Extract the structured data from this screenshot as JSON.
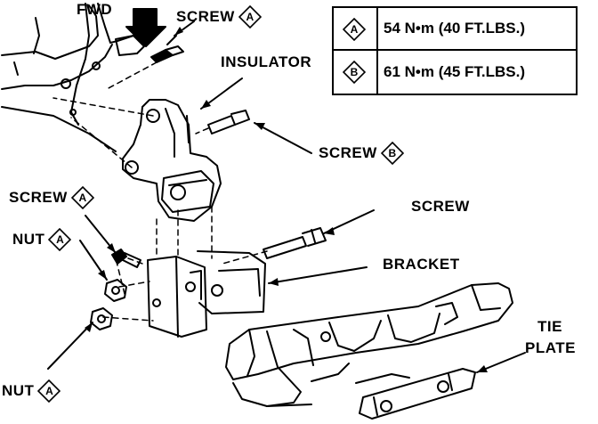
{
  "labels": {
    "fwd": "FWD",
    "screw_a_top": "SCREW",
    "screw_a_top_key": "A",
    "insulator": "INSULATOR",
    "screw_b": "SCREW",
    "screw_b_key": "B",
    "screw_a_left": "SCREW",
    "screw_a_left_key": "A",
    "nut_a_upper": "NUT",
    "nut_a_upper_key": "A",
    "screw_right": "SCREW",
    "bracket": "BRACKET",
    "tie_plate_1": "TIE",
    "tie_plate_2": "PLATE",
    "nut_a_lower": "NUT",
    "nut_a_lower_key": "A"
  },
  "torque_table": [
    {
      "key": "A",
      "value": "54 N•m (40 FT.LBS.)"
    },
    {
      "key": "B",
      "value": "61 N•m (45 FT.LBS.)"
    }
  ]
}
